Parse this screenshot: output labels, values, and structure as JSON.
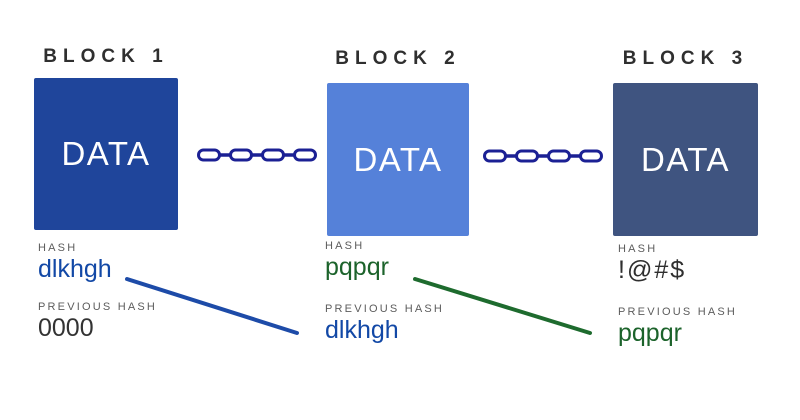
{
  "diagram": {
    "chain_color": "#1b2094",
    "connectors": [
      {
        "from": "block-1-hash",
        "to": "block-2-previous-hash",
        "color": "#1d4ba8"
      },
      {
        "from": "block-2-hash",
        "to": "block-3-previous-hash",
        "color": "#1e6b2e"
      }
    ],
    "blocks": [
      {
        "title": "BLOCK 1",
        "data_label": "DATA",
        "block_color": "#1f459b",
        "hash_label": "HASH",
        "hash_value": "dlkhgh",
        "hash_color": "#1248a6",
        "prev_hash_label": "PREVIOUS HASH",
        "prev_hash_value": "0000",
        "prev_hash_color": "#333333"
      },
      {
        "title": "BLOCK 2",
        "data_label": "DATA",
        "block_color": "#5581d9",
        "hash_label": "HASH",
        "hash_value": "pqpqr",
        "hash_color": "#1c632b",
        "prev_hash_label": "PREVIOUS HASH",
        "prev_hash_value": "dlkhgh",
        "prev_hash_color": "#1248a6"
      },
      {
        "title": "BLOCK 3",
        "data_label": "DATA",
        "block_color": "#3f5480",
        "hash_label": "HASH",
        "hash_value": "!@#$",
        "hash_color": "#2f2f2f",
        "prev_hash_label": "PREVIOUS HASH",
        "prev_hash_value": "pqpqr",
        "prev_hash_color": "#1c632b"
      }
    ]
  }
}
